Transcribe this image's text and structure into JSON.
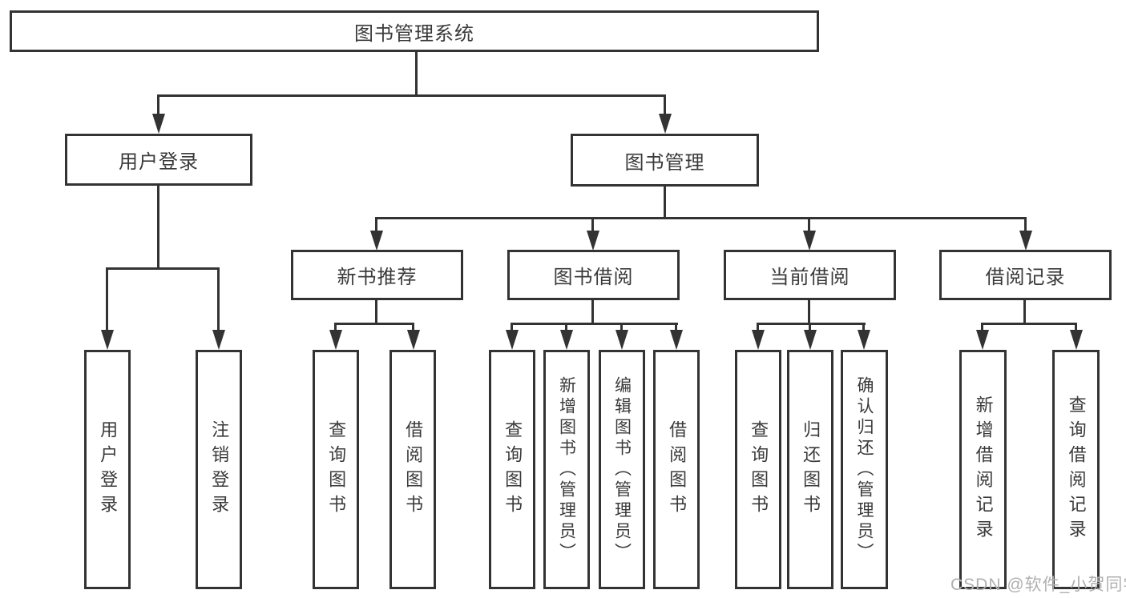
{
  "root": {
    "label": "图书管理系统"
  },
  "branch_user": {
    "label": "用户登录",
    "children": [
      {
        "label": "用户登录"
      },
      {
        "label": "注销登录"
      }
    ]
  },
  "branch_book": {
    "label": "图书管理",
    "groups": [
      {
        "label": "新书推荐",
        "children": [
          {
            "label": "查询图书"
          },
          {
            "label": "借阅图书"
          }
        ]
      },
      {
        "label": "图书借阅",
        "children": [
          {
            "label": "查询图书"
          },
          {
            "label": "新增图书（管理员）"
          },
          {
            "label": "编辑图书（管理员）"
          },
          {
            "label": "借阅图书"
          }
        ]
      },
      {
        "label": "当前借阅",
        "children": [
          {
            "label": "查询图书"
          },
          {
            "label": "归还图书"
          },
          {
            "label": "确认归还（管理员）"
          }
        ]
      },
      {
        "label": "借阅记录",
        "children": [
          {
            "label": "新增借阅记录"
          },
          {
            "label": "查询借阅记录"
          }
        ]
      }
    ]
  },
  "watermark": "CSDN @软件_小贺同学",
  "colors": {
    "line": "#333333",
    "text": "#3a3a3a",
    "watermark": "#b0b0b0",
    "background": "#ffffff"
  }
}
